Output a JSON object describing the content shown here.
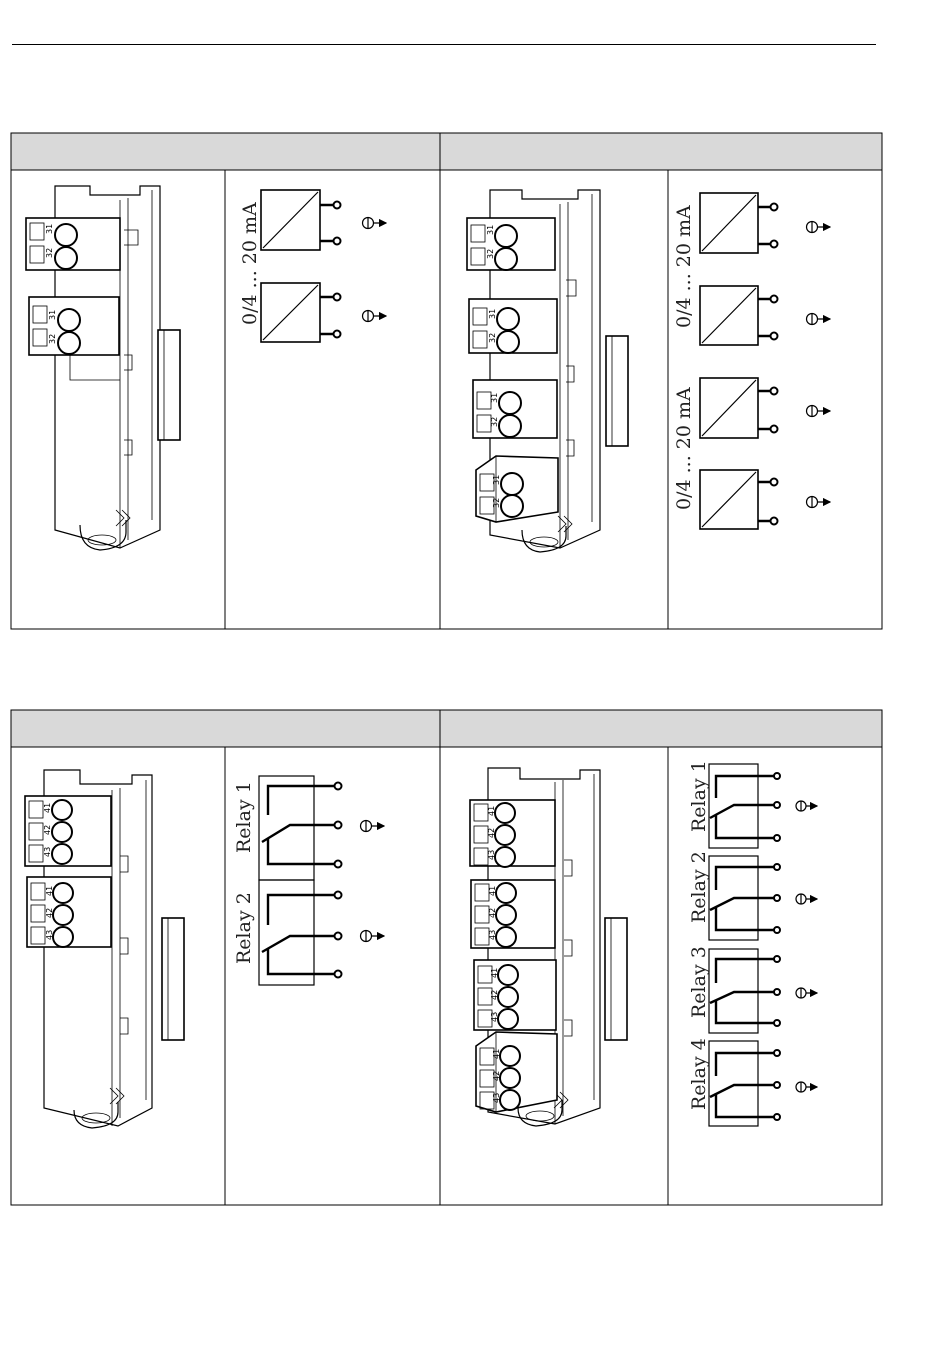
{
  "current_modules": {
    "range_label": "0/4 ... 20 mA",
    "terminals": [
      "31",
      "32"
    ],
    "single_module": {
      "channels": 2
    },
    "dual_module": {
      "channels": 4
    }
  },
  "relay_modules": {
    "terminals": [
      "41",
      "42",
      "43"
    ],
    "single_module": {
      "relays": [
        "Relay 1",
        "Relay 2"
      ]
    },
    "dual_module": {
      "relays": [
        "Relay 1",
        "Relay 2",
        "Relay 3",
        "Relay 4"
      ]
    }
  }
}
